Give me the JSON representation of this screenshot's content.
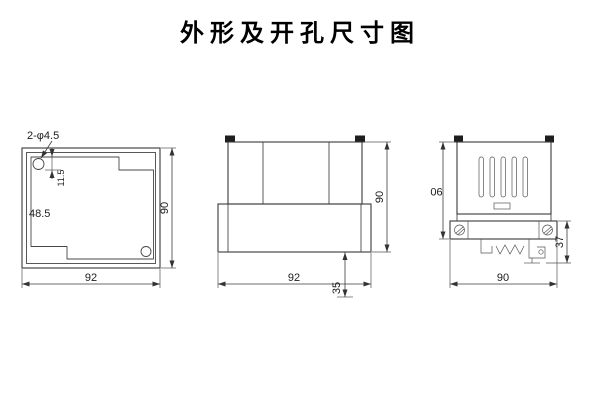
{
  "title": "外形及开孔尺寸图",
  "front_view": {
    "holes_label": "2-φ4.5",
    "step_dim": "11.5",
    "offset_dim": "48.5",
    "width_dim": "92",
    "height_dim": "90"
  },
  "middle_view": {
    "width_dim": "92",
    "height_dim": "90",
    "depth_dim": "35"
  },
  "side_view": {
    "height_dim": "90",
    "clip_dim": "37",
    "width_dim": "90"
  }
}
